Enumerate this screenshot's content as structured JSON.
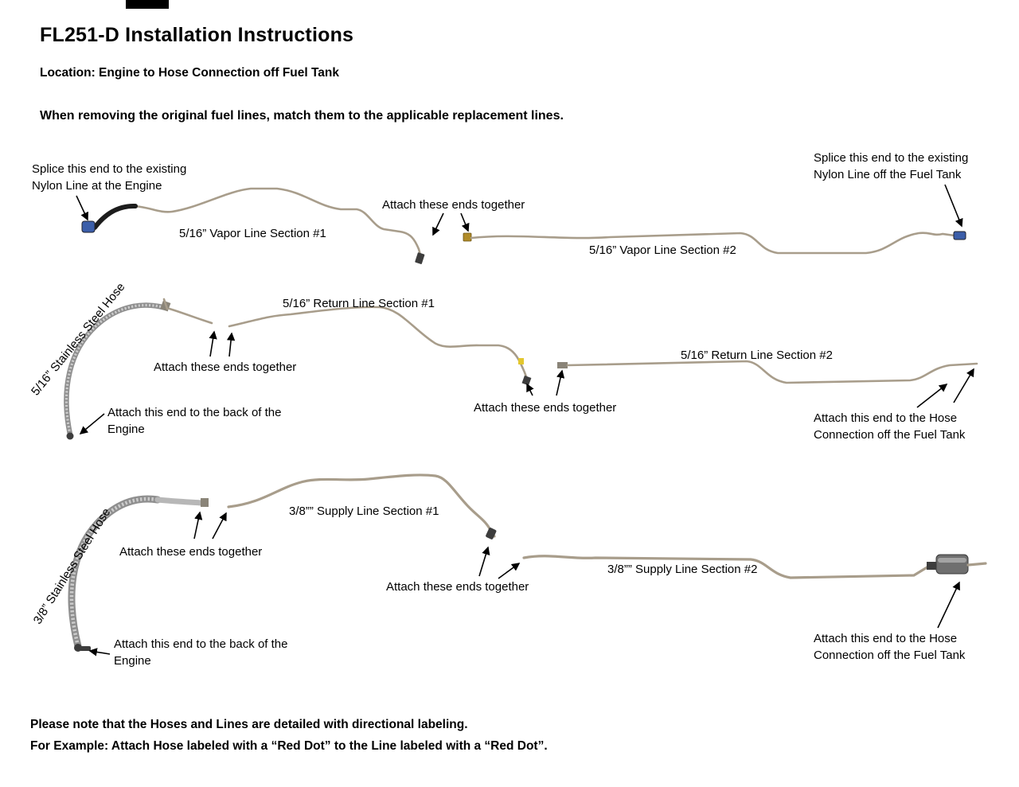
{
  "header": {
    "title": "FL251-D Installation Instructions",
    "location": "Location: Engine to Hose Connection off Fuel Tank",
    "warning": "When removing the original fuel lines, match them to the applicable replacement lines."
  },
  "vapor": {
    "splice_engine": "Splice this end to the existing Nylon Line at the Engine",
    "section1_label": "5/16” Vapor Line Section #1",
    "attach_label": "Attach these ends together",
    "section2_label": "5/16” Vapor Line Section #2",
    "splice_tank": "Splice this end to the existing Nylon Line off the Fuel Tank"
  },
  "return_line": {
    "hose_label": "5/16” Stainless Steel Hose",
    "section1_label": "5/16” Return Line Section #1",
    "attach1_label": "Attach these ends together",
    "engine_label": "Attach this end to the back of the Engine",
    "attach2_label": "Attach these ends together",
    "section2_label": "5/16” Return Line Section #2",
    "tank_label": "Attach this end to the Hose Connection off the Fuel Tank"
  },
  "supply_line": {
    "hose_label": "3/8” Stainless Steel Hose",
    "section1_label": "3/8”” Supply Line Section #1",
    "attach1_label": "Attach these ends together",
    "engine_label": "Attach this end to the back of the Engine",
    "attach2_label": "Attach these ends together",
    "section2_label": "3/8”” Supply Line Section #2",
    "tank_label": "Attach this end to the Hose Connection off the Fuel Tank"
  },
  "footer": {
    "note1": "Please note that the Hoses and Lines are detailed with directional labeling.",
    "note2": "For Example: Attach Hose labeled with a “Red Dot” to the Line labeled with a “Red Dot”."
  },
  "colors": {
    "tube_color": "#a89d8b",
    "braid_color": "#8f8f8f",
    "braid_highlight": "#cccccc",
    "rubber_hose": "#1c1c1c",
    "fitting_blue": "#3b5ea9",
    "fitting_brass": "#b08b28",
    "marker_yellow": "#e3c72e",
    "filter_gray": "#6f6f6f",
    "arrow_black": "#000000"
  }
}
